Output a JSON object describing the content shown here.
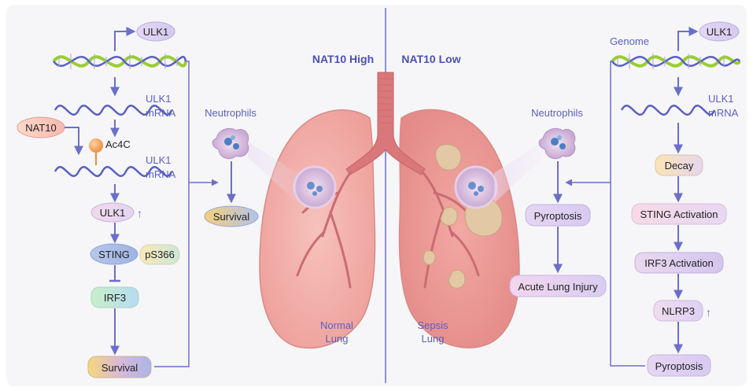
{
  "panels": {
    "left_title": "NAT10 High",
    "right_title": "NAT10 Low"
  },
  "left": {
    "gene": "ULK1",
    "mrna_label_1": "ULK1",
    "mrna_label_2": "mRNA",
    "mrna2_label_1": "ULK1",
    "mrna2_label_2": "mRNA",
    "nat10": "NAT10",
    "ac4c": "Ac4C",
    "ulk1_protein": "ULK1",
    "up_arrow": "↑",
    "sting": "STING",
    "ps366": "pS366",
    "irf3": "IRF3",
    "survival": "Survival",
    "neutrophils": "Neutrophils",
    "neutrophil_survival": "Survival",
    "lung_label_1": "Normal",
    "lung_label_2": "Lung"
  },
  "right": {
    "genome": "Genome",
    "gene": "ULK1",
    "mrna_label_1": "ULK1",
    "mrna_label_2": "mRNA",
    "decay": "Decay",
    "sting_activation": "STING Activation",
    "irf3_activation": "IRF3 Activation",
    "nlrp3": "NLRP3",
    "up_arrow": "↑",
    "pyroptosis": "Pyroptosis",
    "neutrophils": "Neutrophils",
    "neutrophil_pyroptosis": "Pyroptosis",
    "ali": "Acute Lung Injury",
    "lung_label_1": "Sepsis",
    "lung_label_2": "Lung"
  },
  "colors": {
    "arrow": "#6b6fc9",
    "title": "#4b4fb8",
    "text_blue": "#5a5fc4",
    "lung": "#f3b3ad",
    "lung_outline": "#d98a86",
    "trachea": "#d9777a",
    "dna_green": "#9acd32",
    "dna_blue": "#5a5fc4"
  }
}
